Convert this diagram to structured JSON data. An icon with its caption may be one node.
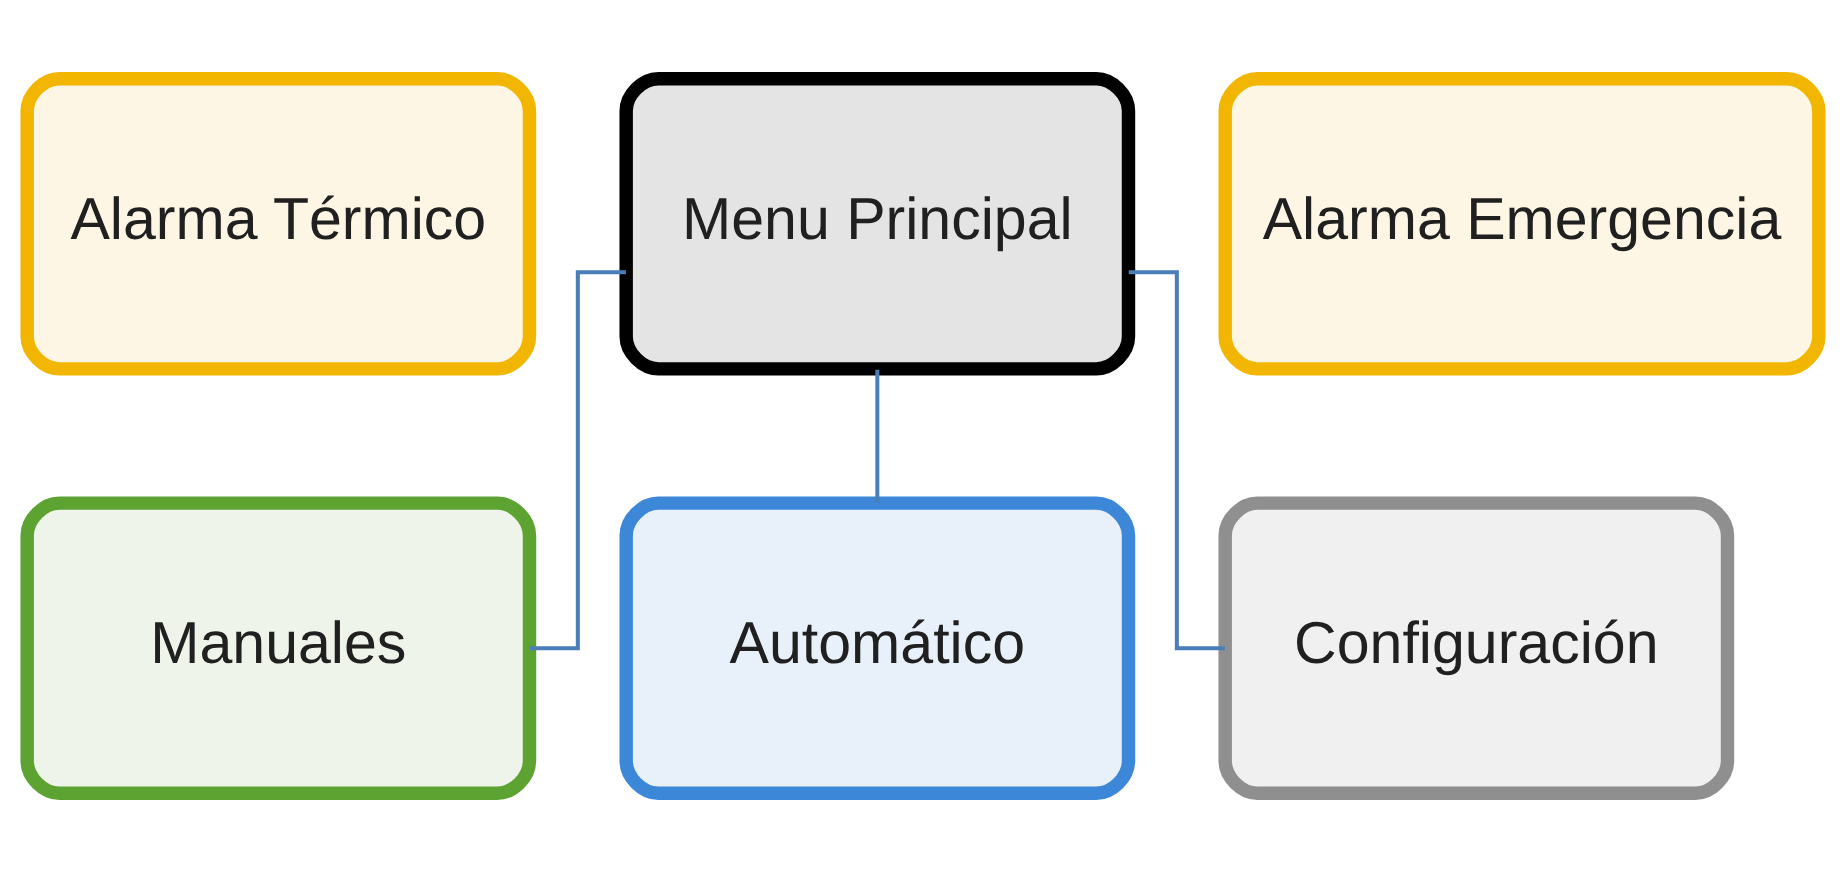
{
  "diagram": {
    "nodes": [
      {
        "text": [
          "Alarma Térmico"
        ]
      },
      {
        "text": [
          "Menu Principal"
        ]
      },
      {
        "text": [
          "Alarma Emergencia"
        ]
      },
      {
        "text": [
          "Manuales"
        ]
      },
      {
        "text": [
          "Automático"
        ]
      },
      {
        "text": [
          "Configuración"
        ]
      }
    ],
    "edges": [
      {
        "from": 1,
        "to": 3,
        "arrow": "none"
      },
      {
        "from": 1,
        "to": 4,
        "arrow": "none"
      },
      {
        "from": 1,
        "to": 5,
        "arrow": "none"
      }
    ]
  }
}
